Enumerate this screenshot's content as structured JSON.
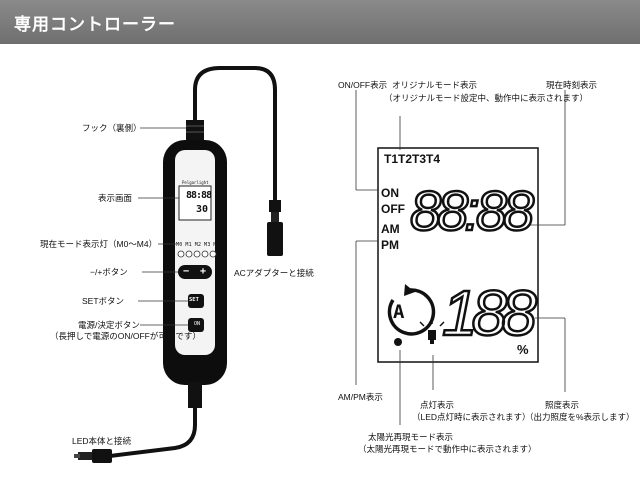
{
  "header": {
    "title": "専用コントローラー"
  },
  "controller": {
    "brand": "Pelgarlight",
    "screen_time": "88:88",
    "screen_percent": "30",
    "mode_labels": [
      "M0",
      "M1",
      "M2",
      "M3",
      "M4"
    ],
    "minus_label": "−",
    "plus_label": "+",
    "set_label": "SET",
    "power_label": "ON"
  },
  "labels": {
    "hook": "フック（裏側）",
    "screen": "表示画面",
    "mode_lamp": "現在モード表示灯（M0〜M4）",
    "plusminus": "−/+ボタン",
    "set_button": "SETボタン",
    "power_line1": "電源/決定ボタン",
    "power_line2": "（長押しで電源のON/OFFが可能です）",
    "led_connect": "LED本体と接続",
    "ac_adapter": "ACアダプターと接続"
  },
  "lcd": {
    "on_off_label": "ON/OFF表示",
    "original_mode_line1": "オリジナルモード表示",
    "original_mode_line2": "（オリジナルモード設定中、動作中に表示されます）",
    "current_time_label": "現在時刻表示",
    "t_labels": "T1T2T3T4",
    "on": "ON",
    "off": "OFF",
    "am": "AM",
    "pm": "PM",
    "time_digits": "88:88",
    "percent_digits": "188",
    "percent_sign": "%",
    "am_pm_label": "AM/PM表示",
    "lighting_line1": "点灯表示",
    "lighting_line2": "（LED点灯時に表示されます）",
    "brightness_line1": "照度表示",
    "brightness_line2": "（出力照度を%表示します）",
    "solar_line1": "太陽光再現モード表示",
    "solar_line2": "（太陽光再現モードで動作中に表示されます）"
  }
}
